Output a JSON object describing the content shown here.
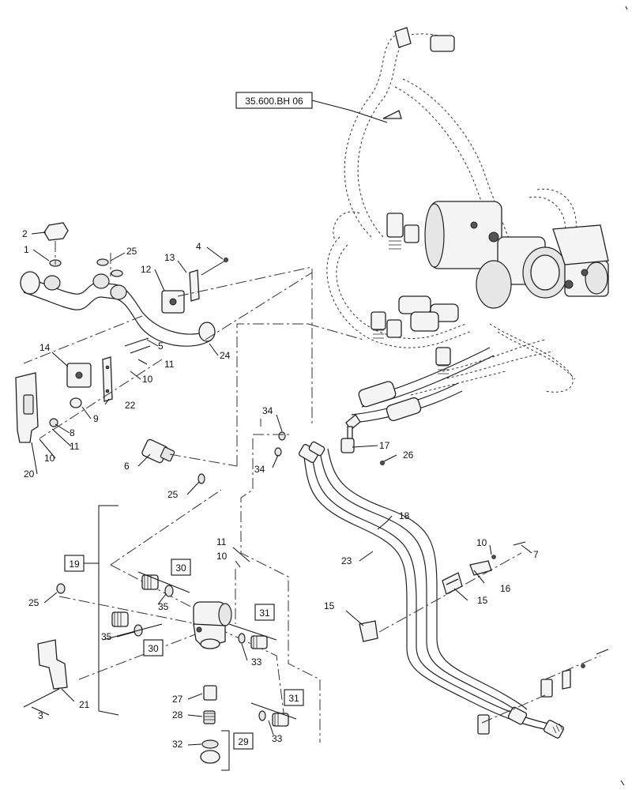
{
  "reference": "35.600.BH 06",
  "callouts": [
    {
      "id": "c1",
      "text": "1"
    },
    {
      "id": "c2",
      "text": "2"
    },
    {
      "id": "c3",
      "text": "3"
    },
    {
      "id": "c4",
      "text": "4"
    },
    {
      "id": "c5",
      "text": "5"
    },
    {
      "id": "c6",
      "text": "6"
    },
    {
      "id": "c7",
      "text": "7"
    },
    {
      "id": "c8",
      "text": "8"
    },
    {
      "id": "c9",
      "text": "9"
    },
    {
      "id": "c10a",
      "text": "10"
    },
    {
      "id": "c10b",
      "text": "10"
    },
    {
      "id": "c10c",
      "text": "10"
    },
    {
      "id": "c10d",
      "text": "10"
    },
    {
      "id": "c11a",
      "text": "11"
    },
    {
      "id": "c11b",
      "text": "11"
    },
    {
      "id": "c11c",
      "text": "11"
    },
    {
      "id": "c12",
      "text": "12"
    },
    {
      "id": "c13",
      "text": "13"
    },
    {
      "id": "c14",
      "text": "14"
    },
    {
      "id": "c15a",
      "text": "15"
    },
    {
      "id": "c15b",
      "text": "15"
    },
    {
      "id": "c16",
      "text": "16"
    },
    {
      "id": "c17",
      "text": "17"
    },
    {
      "id": "c18",
      "text": "18"
    },
    {
      "id": "c20",
      "text": "20"
    },
    {
      "id": "c21",
      "text": "21"
    },
    {
      "id": "c22",
      "text": "22"
    },
    {
      "id": "c23",
      "text": "23"
    },
    {
      "id": "c24",
      "text": "24"
    },
    {
      "id": "c25a",
      "text": "25"
    },
    {
      "id": "c25b",
      "text": "25"
    },
    {
      "id": "c25c",
      "text": "25"
    },
    {
      "id": "c26",
      "text": "26"
    },
    {
      "id": "c27",
      "text": "27"
    },
    {
      "id": "c28",
      "text": "28"
    },
    {
      "id": "c32",
      "text": "32"
    },
    {
      "id": "c33a",
      "text": "33"
    },
    {
      "id": "c33b",
      "text": "33"
    },
    {
      "id": "c34a",
      "text": "34"
    },
    {
      "id": "c34b",
      "text": "34"
    },
    {
      "id": "c35a",
      "text": "35"
    },
    {
      "id": "c35b",
      "text": "35"
    }
  ],
  "boxed_callouts": [
    {
      "id": "b19",
      "text": "19"
    },
    {
      "id": "b29",
      "text": "29"
    },
    {
      "id": "b30a",
      "text": "30"
    },
    {
      "id": "b30b",
      "text": "30"
    },
    {
      "id": "b31a",
      "text": "31"
    },
    {
      "id": "b31b",
      "text": "31"
    }
  ]
}
